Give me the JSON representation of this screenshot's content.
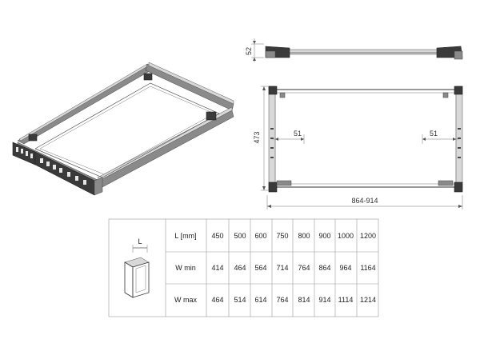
{
  "dimensions": {
    "height_side": "52",
    "depth": "473",
    "left_offset": "51",
    "right_offset": "51",
    "width_range": "864-914"
  },
  "table": {
    "icon_label": "L",
    "rows": [
      {
        "label": "L [mm]",
        "values": [
          "450",
          "500",
          "600",
          "750",
          "800",
          "900",
          "1000",
          "1200"
        ]
      },
      {
        "label": "W min",
        "values": [
          "414",
          "464",
          "564",
          "714",
          "764",
          "864",
          "964",
          "1164"
        ]
      },
      {
        "label": "W max",
        "values": [
          "464",
          "514",
          "614",
          "764",
          "814",
          "914",
          "1114",
          "1214"
        ]
      }
    ]
  }
}
